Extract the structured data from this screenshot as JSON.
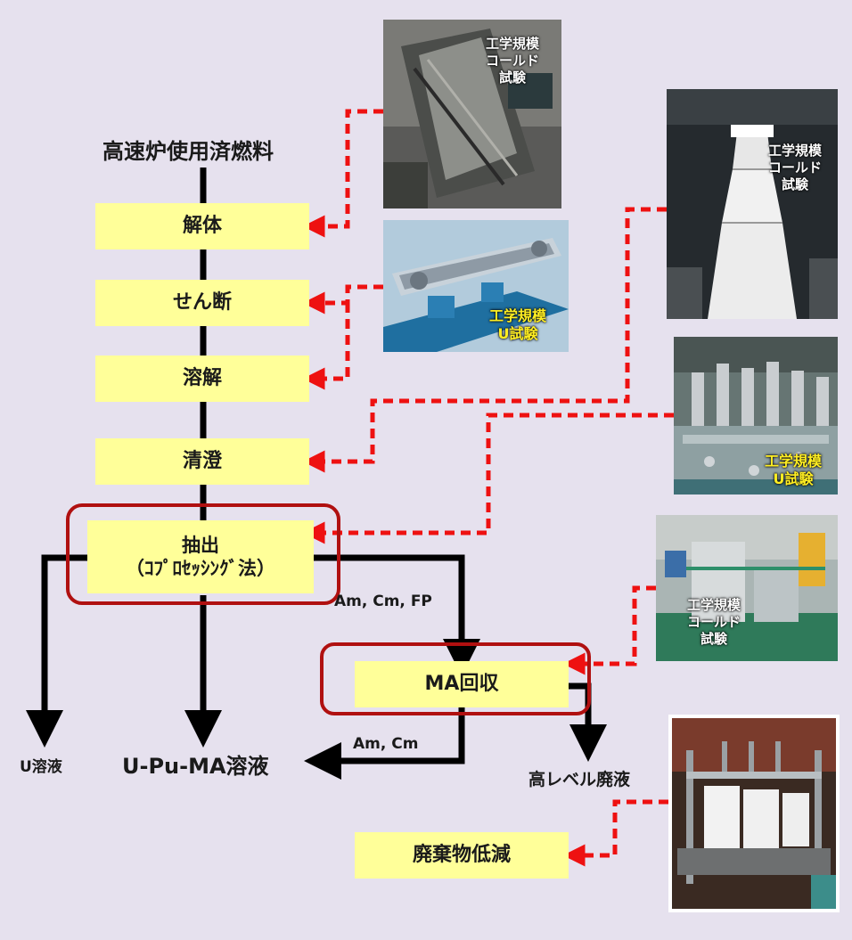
{
  "source_label": "高速炉使用済燃料",
  "steps": {
    "disassembly": "解体",
    "shearing": "せん断",
    "dissolution": "溶解",
    "clarification": "清澄",
    "extraction_line1": "抽出",
    "extraction_line2": "（ｺﾌﾟﾛｾｯｼﾝｸﾞ法）",
    "ma_recovery": "MA回収",
    "waste_reduction": "廃棄物低減"
  },
  "streams": {
    "am_cm_fp": "Am, Cm, FP",
    "am_cm": "Am, Cm",
    "u_solution": "U溶液",
    "u_pu_ma_solution": "U-Pu-MA溶液",
    "high_level_waste": "高レベル廃液"
  },
  "photos": [
    {
      "caption": [
        "工学規模",
        "コールド",
        "試験"
      ],
      "caption_color": "white"
    },
    {
      "caption": [
        "工学規模",
        "U試験"
      ],
      "caption_color": "yellow"
    },
    {
      "caption": [
        "工学規模",
        "コールド",
        "試験"
      ],
      "caption_color": "white"
    },
    {
      "caption": [
        "工学規模",
        "U試験"
      ],
      "caption_color": "yellow"
    },
    {
      "caption": [
        "工学規模",
        "コールド",
        "試験"
      ],
      "caption_color": "white"
    },
    {
      "caption": [],
      "caption_color": "white"
    }
  ],
  "colors": {
    "background": "#e6e1ee",
    "box_fill": "#ffff99",
    "flow_line": "#000000",
    "dashed_link": "#ee1111",
    "highlight_frame": "#b01010"
  }
}
